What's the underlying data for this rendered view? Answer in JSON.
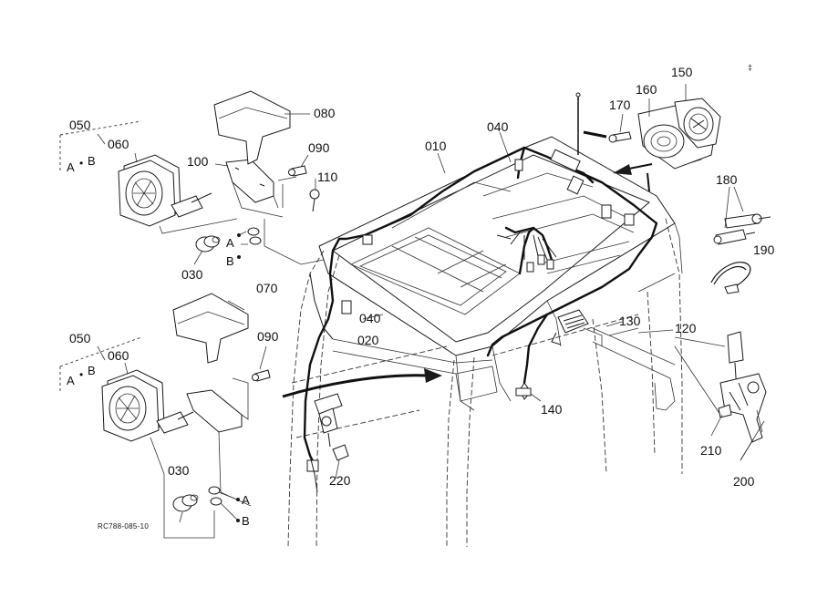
{
  "diagram": {
    "figure_code": "RC788-085-10",
    "corner_mark": "‡",
    "labels": {
      "p010": "010",
      "p020": "020",
      "p030_top": "030",
      "p030_bottom": "030",
      "p040_top": "040",
      "p040_mid": "040",
      "p050_top": "050",
      "p050_bottom": "050",
      "p060_top": "060",
      "p060_bottom": "060",
      "p070": "070",
      "p080": "080",
      "p090_top": "090",
      "p090_bottom": "090",
      "p100": "100",
      "p110": "110",
      "p120": "120",
      "p130": "130",
      "p140": "140",
      "p150": "150",
      "p160": "160",
      "p170": "170",
      "p180": "180",
      "p190": "190",
      "p200": "200",
      "p210": "210",
      "p220": "220"
    },
    "variants": {
      "top_a": "A",
      "top_b": "B",
      "bottom_a": "A",
      "bottom_b": "B",
      "ref_a_top": "A",
      "ref_b_top": "B",
      "ref_a_bottom": "A",
      "ref_b_bottom": "B"
    }
  }
}
